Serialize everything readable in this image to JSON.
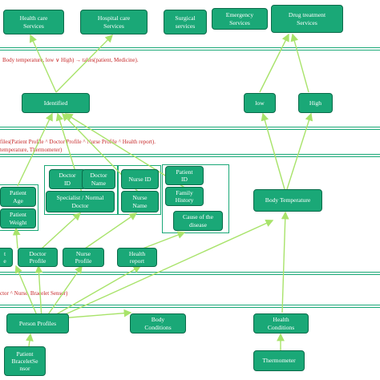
{
  "colors": {
    "node_fill": "#1aa877",
    "node_border": "#0b6b4a",
    "band": "#1aa877",
    "arrow": "#a8e36a",
    "rule_text": "#c62828"
  },
  "rules": {
    "r1": "Body temperature, low  ∨ High) → takes(patient, Medicine).",
    "r2": "files(Patient Profile ^ Doctor Profile ^ Nurse Profile ^ Health report).",
    "r3": "temperature, Thermometer)",
    "r4": "ctor ^ Nurse, Bracelet Sensor)"
  },
  "nodes": {
    "health_care_services": "Health care\nServices",
    "hospital_care_services": "Hospital care\nServices",
    "surgical_services": "Surgical\nservices",
    "emergency_services": "Emergency\nServices",
    "drug_treatment_services": "Drug treatment\nServices",
    "identified": "Identified",
    "low": "low",
    "high": "High",
    "patient_age": "Patient\nAge",
    "patient_weight": "Patient\nWeight",
    "doctor_id": "Doctor\nID",
    "doctor_name": "Doctor\nName",
    "specialist_normal_doctor": "Specialist / Normal\nDoctor",
    "nurse_id": "Nurse ID",
    "nurse_name": "Nurse\nName",
    "patient_id": "Patient\nID",
    "family_history": "Family\nHistory",
    "cause_of_disease": "Cause of the\ndisease",
    "body_temperature": "Body Temperature",
    "patient_profile_partial": "t\ne",
    "doctor_profile": "Doctor\nProfile",
    "nurse_profile": "Nurse\nProfile",
    "health_report": "Health\nreport",
    "person_profiles": "Person Profiles",
    "body_conditions": "Body\nConditions",
    "health_conditions": "Health\nConditions",
    "patient_bracelet_sensor": "Patient\nBraceletSe\nnsor",
    "thermometer": "Thermometer"
  }
}
